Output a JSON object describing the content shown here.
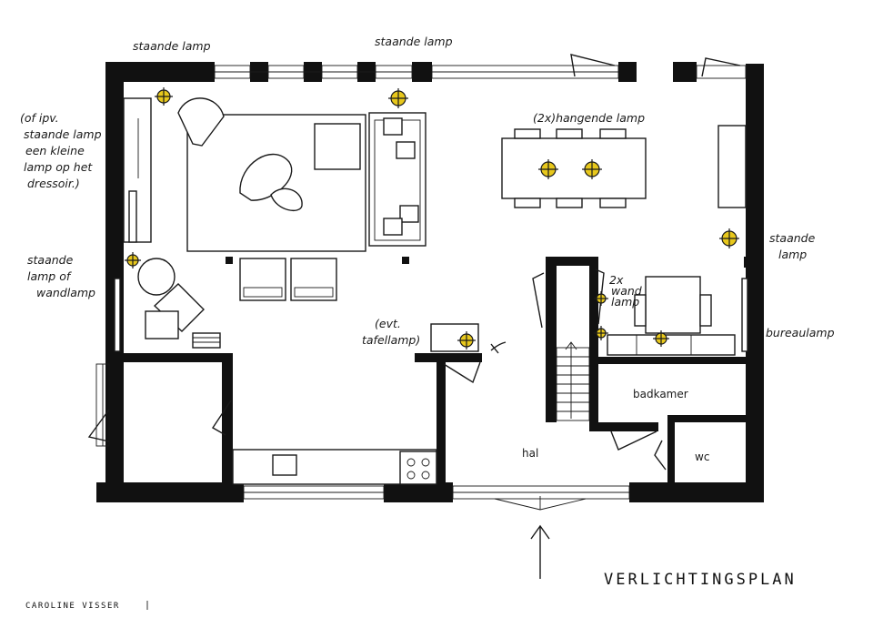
{
  "plan_title": "VERLICHTINGSPLAN",
  "designer": "CAROLINE VISSER",
  "light_color": "#e8c81c",
  "labels": {
    "staande_lamp_1": "staande lamp",
    "staande_lamp_2": "staande lamp",
    "alt_note_1": "(of ipv.",
    "alt_note_2": "staande lamp",
    "alt_note_3": "een kleine",
    "alt_note_4": "lamp op het",
    "alt_note_5": "dressoir.)",
    "hanging_lamp": "(2x)hangende lamp",
    "staande_lamp_right_1": "staande",
    "staande_lamp_right_2": "lamp",
    "left_lamp_1": "staande",
    "left_lamp_2": "lamp of",
    "left_lamp_3": "wandlamp",
    "wall_lamp_1": "2x",
    "wall_lamp_2": "wand",
    "wall_lamp_3": "lamp",
    "table_lamp_1": "(evt.",
    "table_lamp_2": "tafellamp)",
    "desk_lamp": "bureaulamp"
  },
  "rooms": {
    "bathroom": "badkamer",
    "hall": "hal",
    "toilet": "wc"
  },
  "lights": [
    {
      "name": "ceiling-spot-living"
    },
    {
      "name": "ceiling-spot-sofa"
    },
    {
      "name": "pendant-dining-left"
    },
    {
      "name": "pendant-dining-right"
    },
    {
      "name": "floor-lamp-right"
    },
    {
      "name": "wall-lamp-left"
    },
    {
      "name": "floor-lamp-rug"
    },
    {
      "name": "table-lamp-sideboard"
    },
    {
      "name": "wall-lamp-study-upper"
    },
    {
      "name": "wall-lamp-study-lower"
    },
    {
      "name": "desk-lamp"
    }
  ]
}
